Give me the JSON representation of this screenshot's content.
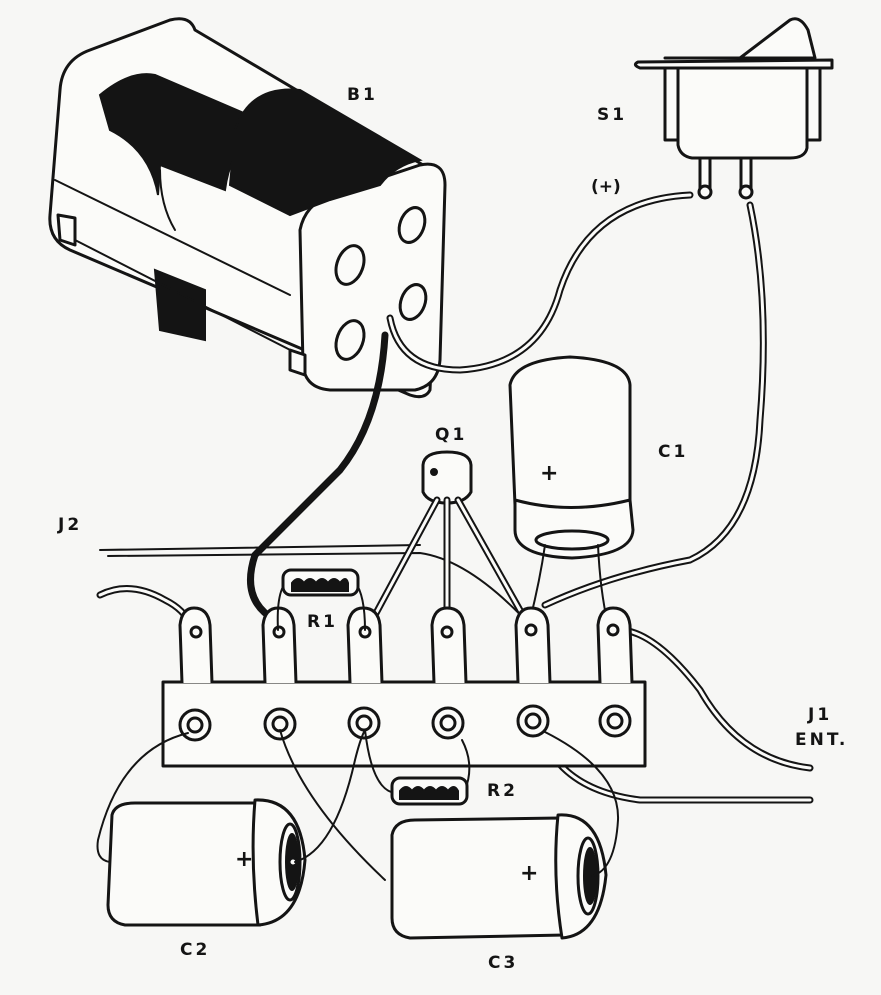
{
  "diagram": {
    "type": "wiring-assembly",
    "components": {
      "battery": {
        "label": "B1"
      },
      "switch": {
        "label": "S1",
        "polarity_label": "(+)"
      },
      "transistor": {
        "label": "Q1"
      },
      "capacitor_c1": {
        "label": "C1",
        "polarity": "+"
      },
      "capacitor_c2": {
        "label": "C2",
        "polarity": "+"
      },
      "capacitor_c3": {
        "label": "C3",
        "polarity": "+"
      },
      "resistor_r1": {
        "label": "R1"
      },
      "resistor_r2": {
        "label": "R2"
      },
      "jack_j1": {
        "label": "J1",
        "sublabel": "ENT."
      },
      "jack_j2": {
        "label": "J2"
      }
    },
    "terminal_strip": {
      "lugs": 6
    }
  }
}
